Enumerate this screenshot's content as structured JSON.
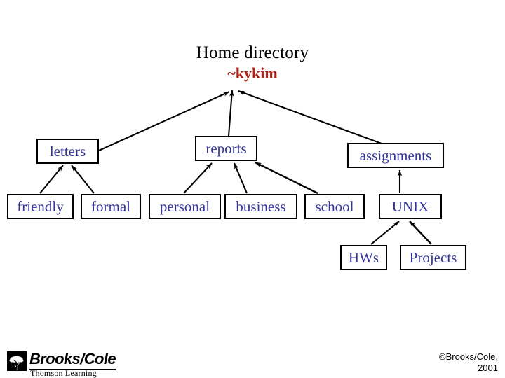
{
  "title": {
    "main": "Home directory",
    "sub": "~kykim",
    "sub_color": "#b02318"
  },
  "diagram": {
    "node_text_color": "#333399",
    "node_border_color": "#000000",
    "arrow_color": "#000000",
    "nodes": [
      {
        "id": "letters",
        "label": "letters",
        "level": 1
      },
      {
        "id": "reports",
        "label": "reports",
        "level": 1
      },
      {
        "id": "assignments",
        "label": "assignments",
        "level": 1
      },
      {
        "id": "friendly",
        "label": "friendly",
        "level": 2
      },
      {
        "id": "formal",
        "label": "formal",
        "level": 2
      },
      {
        "id": "personal",
        "label": "personal",
        "level": 2
      },
      {
        "id": "business",
        "label": "business",
        "level": 2
      },
      {
        "id": "school",
        "label": "school",
        "level": 2
      },
      {
        "id": "unix",
        "label": "UNIX",
        "level": 2
      },
      {
        "id": "hws",
        "label": "HWs",
        "level": 3
      },
      {
        "id": "projects",
        "label": "Projects",
        "level": 3
      }
    ],
    "edges": [
      {
        "from": "letters",
        "to": "home-directory"
      },
      {
        "from": "reports",
        "to": "home-directory"
      },
      {
        "from": "assignments",
        "to": "home-directory"
      },
      {
        "from": "friendly",
        "to": "letters"
      },
      {
        "from": "formal",
        "to": "letters"
      },
      {
        "from": "personal",
        "to": "reports"
      },
      {
        "from": "business",
        "to": "reports"
      },
      {
        "from": "school",
        "to": "reports"
      },
      {
        "from": "unix",
        "to": "assignments"
      },
      {
        "from": "hws",
        "to": "unix"
      },
      {
        "from": "projects",
        "to": "unix"
      }
    ]
  },
  "footer": {
    "logo_word": "Brooks/Cole",
    "logo_tagline": "Thomson Learning",
    "logo_mark": "tree-icon",
    "copyright_line1": "©Brooks/Cole,",
    "copyright_line2": "2001"
  }
}
